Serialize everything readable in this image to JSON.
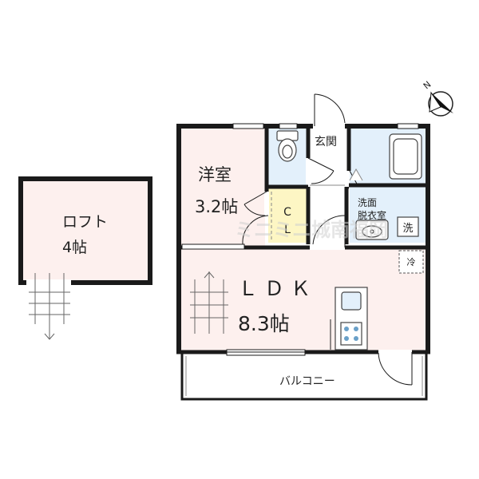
{
  "rooms": {
    "loft": {
      "name": "ロフト",
      "size": "4帖"
    },
    "western": {
      "name": "洋室",
      "size": "3.2帖"
    },
    "closet": {
      "line1": "C",
      "line2": "L"
    },
    "entrance": {
      "name": "玄関"
    },
    "washroom": {
      "line1": "洗面",
      "line2": "脱衣室"
    },
    "ldk": {
      "name": "ＬＤＫ",
      "size": "8.3帖"
    },
    "balcony": {
      "name": "バルコニー"
    }
  },
  "fixtures": {
    "washing_machine": "洗",
    "refrigerator": "冷"
  },
  "compass": {
    "north": "N"
  },
  "watermark": "ミニミニ城南福岡",
  "colors": {
    "room_fill": "#fdf0ee",
    "closet_fill": "#fdf6c4",
    "wet_fill": "#e3f0fb",
    "corridor_fill": "#ffffff",
    "wall": "#1a1a1a"
  }
}
